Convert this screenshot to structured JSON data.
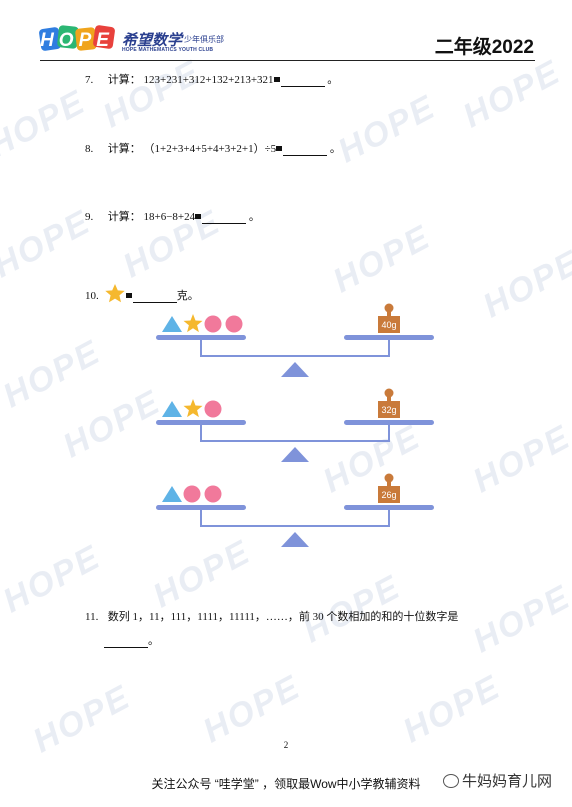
{
  "header": {
    "logo_text": "HOPE",
    "logo_cn": "希望数学",
    "logo_sub": "少年俱乐部",
    "logo_en": "HOPE MATHEMATICS YOUTH CLUB",
    "grade": "二年级2022"
  },
  "questions": [
    {
      "num": "7.",
      "label": "计算：",
      "expr": "123+231+312+132+213+321",
      "end": "。"
    },
    {
      "num": "8.",
      "label": "计算：",
      "expr": "（1+2+3+4+5+4+3+2+1）÷5",
      "end": "。"
    },
    {
      "num": "9.",
      "label": "计算：",
      "expr": "18+6−8+24",
      "end": "。"
    },
    {
      "num": "10.",
      "end": "克。"
    },
    {
      "num": "11.",
      "text": "数列 1，11，111，1111，11111，……，前 30 个数相加的和的十位数字是",
      "end": "。"
    }
  ],
  "scales": [
    {
      "left": [
        "triangle",
        "star",
        "circle",
        "circle"
      ],
      "weight": "40g"
    },
    {
      "left": [
        "triangle",
        "star",
        "circle"
      ],
      "weight": "32g"
    },
    {
      "left": [
        "triangle",
        "circle",
        "circle"
      ],
      "weight": "26g"
    }
  ],
  "colors": {
    "beam": "#7f93da",
    "triangle": "#5fb3e6",
    "star": "#f5b82e",
    "circle": "#f1799b",
    "weight": "#c97a3a"
  },
  "page_number": "2",
  "footer": "关注公众号 “哇学堂” ，领取最Wow中小学教辅资料",
  "brand": "牛妈妈育儿网"
}
